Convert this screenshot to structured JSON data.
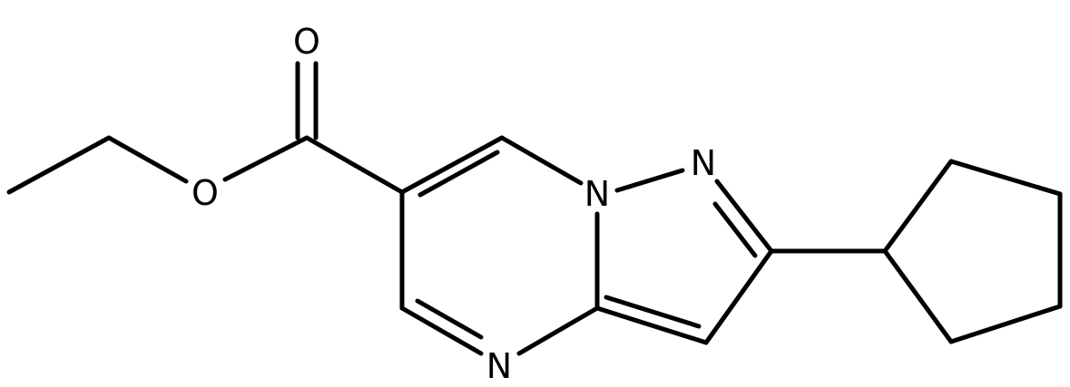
{
  "diagram": {
    "atoms": {
      "carbonyl_oxygen": "O",
      "ester_oxygen": "O",
      "ring_n_bridge": "N",
      "ring_n_pyrazole": "N",
      "ring_n_pyrimidine": "N"
    },
    "colors": {
      "bond": "#000000",
      "label": "#000000",
      "background": "#ffffff"
    }
  }
}
